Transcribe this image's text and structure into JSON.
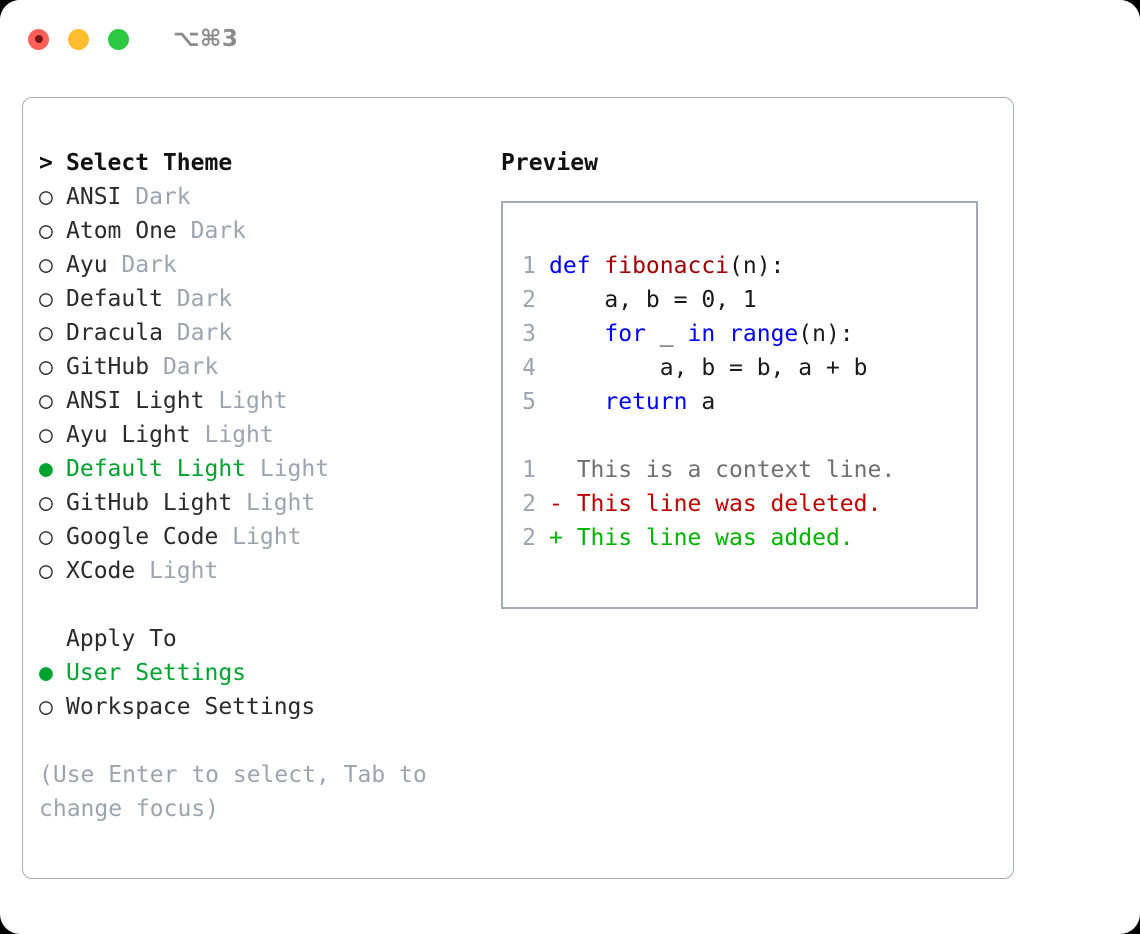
{
  "titlebar": {
    "traffic_lights": [
      {
        "name": "close",
        "color": "#ff6158"
      },
      {
        "name": "minimize",
        "color": "#ffbd2e"
      },
      {
        "name": "maximize",
        "color": "#2bc840"
      }
    ],
    "shortcut": "⌥⌘3"
  },
  "colors": {
    "accent_green": "#00a32f",
    "muted": "#9aa5b1",
    "keyword_blue": "#0000ff",
    "function_red": "#a10000",
    "diff_deleted": "#c00000",
    "diff_added": "#00b400",
    "border": "#a6b0bd"
  },
  "theme_list": {
    "header_marker": ">",
    "header": "Select Theme",
    "items": [
      {
        "marker": "○",
        "name": "ANSI",
        "badge": "Dark",
        "selected": false
      },
      {
        "marker": "○",
        "name": "Atom One",
        "badge": "Dark",
        "selected": false
      },
      {
        "marker": "○",
        "name": "Ayu",
        "badge": "Dark",
        "selected": false
      },
      {
        "marker": "○",
        "name": "Default",
        "badge": "Dark",
        "selected": false
      },
      {
        "marker": "○",
        "name": "Dracula",
        "badge": "Dark",
        "selected": false
      },
      {
        "marker": "○",
        "name": "GitHub",
        "badge": "Dark",
        "selected": false
      },
      {
        "marker": "○",
        "name": "ANSI Light",
        "badge": "Light",
        "selected": false
      },
      {
        "marker": "○",
        "name": "Ayu Light",
        "badge": "Light",
        "selected": false
      },
      {
        "marker": "●",
        "name": "Default Light",
        "badge": "Light",
        "selected": true
      },
      {
        "marker": "○",
        "name": "GitHub Light",
        "badge": "Light",
        "selected": false
      },
      {
        "marker": "○",
        "name": "Google Code",
        "badge": "Light",
        "selected": false
      },
      {
        "marker": "○",
        "name": "XCode",
        "badge": "Light",
        "selected": false
      }
    ]
  },
  "apply_to": {
    "header": "Apply To",
    "options": [
      {
        "marker": "●",
        "name": "User Settings",
        "selected": true
      },
      {
        "marker": "○",
        "name": "Workspace Settings",
        "selected": false
      }
    ]
  },
  "hint": "(Use Enter to select, Tab to change focus)",
  "preview": {
    "title": "Preview",
    "code_lines": [
      {
        "num": "1",
        "tokens": [
          {
            "t": "def ",
            "c": "kw"
          },
          {
            "t": "fibonacci",
            "c": "fn"
          },
          {
            "t": "(n):",
            "c": "pl"
          }
        ]
      },
      {
        "num": "2",
        "tokens": [
          {
            "t": "    a, b = 0, 1",
            "c": "pl"
          }
        ]
      },
      {
        "num": "3",
        "tokens": [
          {
            "t": "    ",
            "c": "pl"
          },
          {
            "t": "for",
            "c": "kw"
          },
          {
            "t": " _ ",
            "c": "pl"
          },
          {
            "t": "in range",
            "c": "kw"
          },
          {
            "t": "(n):",
            "c": "pl"
          }
        ]
      },
      {
        "num": "4",
        "tokens": [
          {
            "t": "        a, b = b, a + b",
            "c": "pl"
          }
        ]
      },
      {
        "num": "5",
        "tokens": [
          {
            "t": "    ",
            "c": "pl"
          },
          {
            "t": "return",
            "c": "kw"
          },
          {
            "t": " a",
            "c": "pl"
          }
        ]
      }
    ],
    "diff_lines": [
      {
        "num": "1",
        "tokens": [
          {
            "t": "  This is a context line.",
            "c": "ctx"
          }
        ]
      },
      {
        "num": "2",
        "tokens": [
          {
            "t": "- This line was deleted.",
            "c": "del"
          }
        ]
      },
      {
        "num": "2",
        "tokens": [
          {
            "t": "+ This line was added.",
            "c": "add"
          }
        ]
      }
    ]
  }
}
